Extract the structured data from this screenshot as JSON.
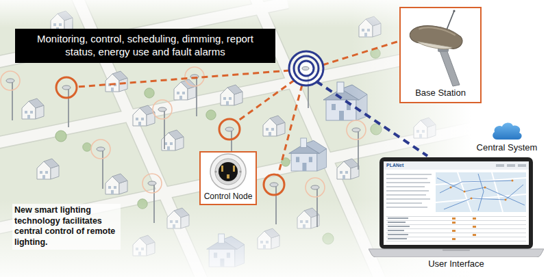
{
  "diagram": {
    "nodes": [
      {
        "text": [
          "Monitoring, control, scheduling, dimming, report status, energy use and fault alarms"
        ]
      },
      {
        "text": [
          "Base Station"
        ]
      },
      {
        "text": [
          "Central System"
        ]
      },
      {
        "text": [
          "Control Node"
        ]
      },
      {
        "text": [
          "PLANet",
          "User Interface"
        ]
      }
    ],
    "caption": "New smart lighting technology facilitates central control of remote lighting."
  }
}
